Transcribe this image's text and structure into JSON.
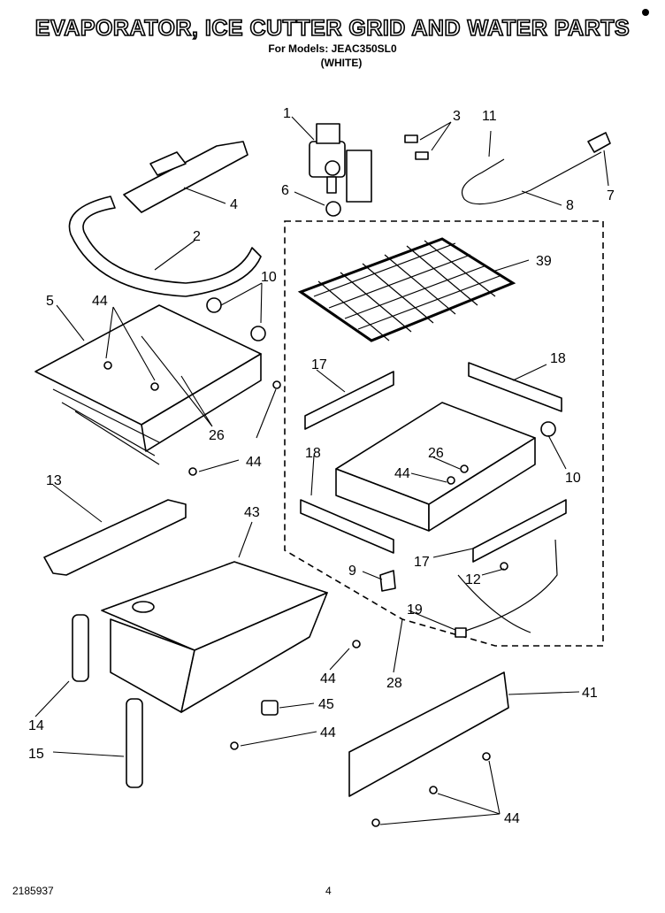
{
  "header": {
    "title": "EVAPORATOR, ICE CUTTER GRID AND WATER PARTS",
    "models_line": "For Models: JEAC350SL0",
    "color_line": "(WHITE)"
  },
  "footer": {
    "doc_number": "2185937",
    "page_number": "4"
  },
  "callouts": {
    "c1": "1",
    "c3": "3",
    "c11": "11",
    "c7": "7",
    "c6": "6",
    "c8": "8",
    "c4": "4",
    "c2": "2",
    "c39": "39",
    "c10a": "10",
    "c5": "5",
    "c44a": "44",
    "c17a": "17",
    "c18a": "18",
    "c26a": "26",
    "c44b": "44",
    "c18b": "18",
    "c44c": "44",
    "c26b": "26",
    "c10b": "10",
    "c13": "13",
    "c43": "43",
    "c17b": "17",
    "c9": "9",
    "c12": "12",
    "c19": "19",
    "c44d": "44",
    "c28": "28",
    "c14": "14",
    "c45": "45",
    "c44e": "44",
    "c15": "15",
    "c41": "41",
    "c44f": "44"
  }
}
